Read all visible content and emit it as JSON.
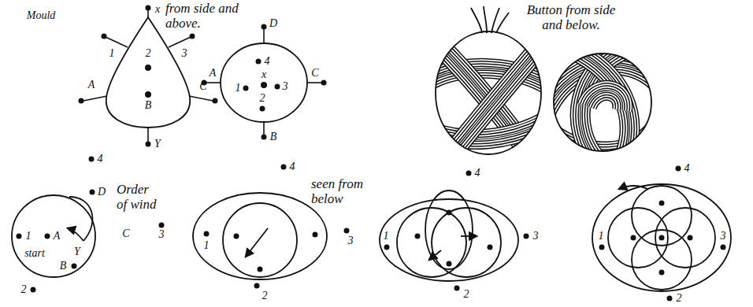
{
  "diagram": {
    "labels": [
      "Mould",
      "x",
      "1",
      "2",
      "3",
      "A",
      "B",
      "C",
      "Y",
      "from side and above.",
      "D",
      "4",
      "A",
      "1",
      "x",
      "3",
      "2",
      "C",
      "B",
      "Button from side and below.",
      "4",
      "D",
      "Order of wind",
      "1",
      "A",
      "Y",
      "C",
      "3",
      "start",
      "B",
      "2",
      "seen from below",
      "4",
      "1",
      "3",
      "2",
      "4",
      "1",
      "3",
      "2",
      "4",
      "1",
      "3",
      "2"
    ]
  }
}
